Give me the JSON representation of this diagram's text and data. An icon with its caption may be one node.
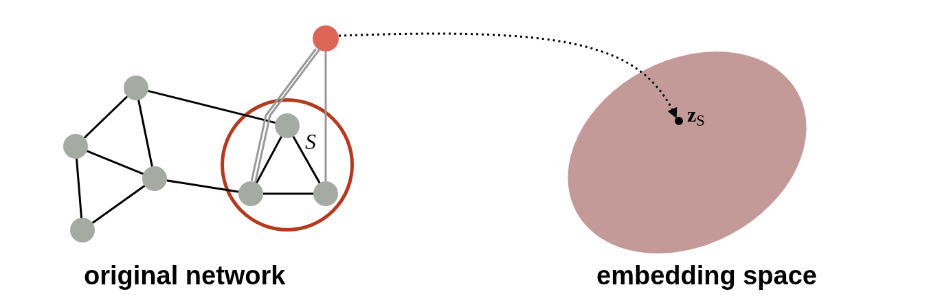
{
  "diagram": {
    "nodes": [
      {
        "text": [],
        "shape": "circle"
      },
      {
        "text": [],
        "shape": "circle"
      },
      {
        "text": [],
        "shape": "circle"
      },
      {
        "text": [],
        "shape": "circle"
      },
      {
        "text": [
          "S"
        ]
      },
      {
        "text": [],
        "shape": "circle",
        "in": 4
      },
      {
        "text": [],
        "shape": "circle",
        "in": 4
      },
      {
        "text": [],
        "shape": "circle",
        "in": 4
      },
      {
        "text": [],
        "shape": "circle"
      },
      {
        "text": [],
        "shape": "ellipse"
      },
      {
        "text": [],
        "shape": "dot",
        "in": 9,
        "beside": [
          "**z**$_{S}$"
        ]
      }
    ],
    "edges": [
      {
        "from": 0,
        "to": 1,
        "arrow": "none"
      },
      {
        "from": 0,
        "to": 2,
        "arrow": "none"
      },
      {
        "from": 0,
        "to": 5,
        "arrow": "none"
      },
      {
        "from": 1,
        "to": 2,
        "arrow": "none"
      },
      {
        "from": 1,
        "to": 3,
        "arrow": "none"
      },
      {
        "from": 2,
        "to": 3,
        "arrow": "none"
      },
      {
        "from": 2,
        "to": 6,
        "arrow": "none"
      },
      {
        "from": 5,
        "to": 6,
        "arrow": "none"
      },
      {
        "from": 5,
        "to": 7,
        "arrow": "none"
      },
      {
        "from": 6,
        "to": 7,
        "arrow": "none"
      },
      {
        "from": 8,
        "to": 6,
        "arrow": "none",
        "color": "#999999"
      },
      {
        "from": 8,
        "to": 6,
        "arrow": "none",
        "color": "#999999"
      },
      {
        "from": 8,
        "to": 7,
        "arrow": "none",
        "color": "#999999"
      },
      {
        "from": 8,
        "to": 10,
        "arrow": "to",
        "style": "dashed"
      }
    ],
    "labels": [
      "original network",
      "embedding space"
    ]
  }
}
